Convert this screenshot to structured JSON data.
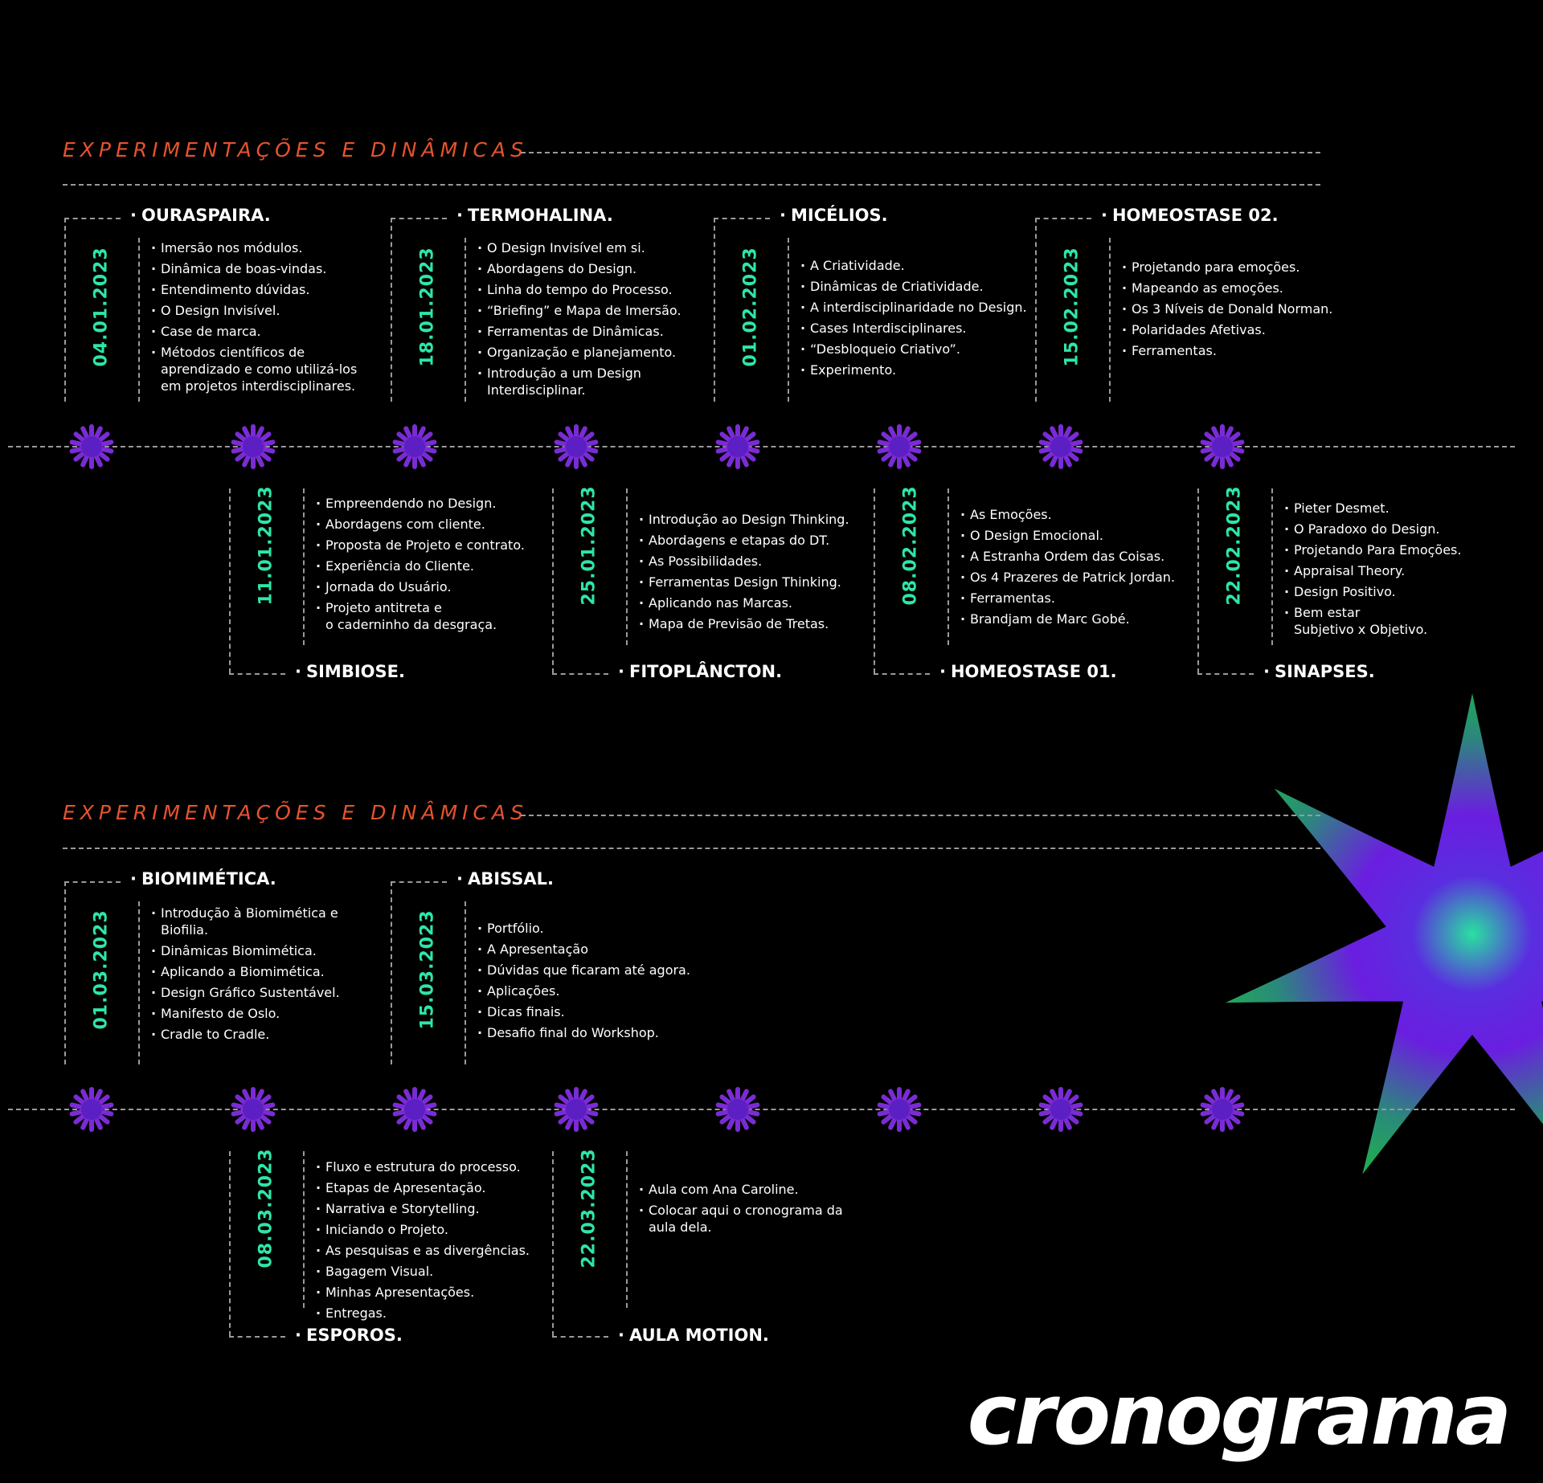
{
  "sections": [
    {
      "title": "EXPERIMENTAÇÕES E DINÂMICAS"
    },
    {
      "title": "EXPERIMENTAÇÕES E DINÂMICAS"
    }
  ],
  "cards": [
    {
      "title": "OURASPAIRA.",
      "date": "04.01.2023",
      "items": [
        "Imersão nos módulos.",
        "Dinâmica de boas-vindas.",
        "Entendimento dúvidas.",
        "O Design Invisível.",
        "Case de marca.",
        "Métodos científicos de\naprendizado e como utilizá-los\nem projetos interdisciplinares."
      ]
    },
    {
      "title": "TERMOHALINA.",
      "date": "18.01.2023",
      "items": [
        "O Design Invisível em si.",
        "Abordagens do Design.",
        "Linha do tempo do Processo.",
        "“Briefing” e Mapa de Imersão.",
        "Ferramentas de Dinâmicas.",
        "Organização e planejamento.",
        "Introdução a um Design\n Interdisciplinar."
      ]
    },
    {
      "title": "MICÉLIOS.",
      "date": "01.02.2023",
      "items": [
        "A Criatividade.",
        "Dinâmicas de Criatividade.",
        "A interdisciplinaridade no Design.",
        "Cases Interdisciplinares.",
        "“Desbloqueio Criativo”.",
        "Experimento."
      ]
    },
    {
      "title": "HOMEOSTASE 02.",
      "date": "15.02.2023",
      "items": [
        "Projetando para emoções.",
        "Mapeando as emoções.",
        "Os 3 Níveis de Donald Norman.",
        "Polaridades Afetivas.",
        "Ferramentas."
      ]
    },
    {
      "title": "SIMBIOSE.",
      "date": "11.01.2023",
      "items": [
        "Empreendendo no Design.",
        "Abordagens com cliente.",
        "Proposta de Projeto e contrato.",
        "Experiência do Cliente.",
        "Jornada do Usuário.",
        "Projeto antitreta e\no caderninho da desgraça."
      ]
    },
    {
      "title": "FITOPLÂNCTON.",
      "date": "25.01.2023",
      "items": [
        "Introdução ao Design Thinking.",
        "Abordagens e etapas do DT.",
        "As Possibilidades.",
        "Ferramentas Design Thinking.",
        "Aplicando nas Marcas.",
        "Mapa de Previsão de Tretas."
      ]
    },
    {
      "title": "HOMEOSTASE 01.",
      "date": "08.02.2023",
      "items": [
        "As Emoções.",
        "O Design Emocional.",
        "A Estranha Ordem das Coisas.",
        "Os 4 Prazeres de Patrick Jordan.",
        "Ferramentas.",
        "Brandjam de Marc Gobé."
      ]
    },
    {
      "title": "SINAPSES.",
      "date": "22.02.2023",
      "items": [
        "Pieter Desmet.",
        "O Paradoxo do Design.",
        "Projetando Para Emoções.",
        "Appraisal Theory.",
        "Design Positivo.",
        "Bem estar\n Subjetivo x Objetivo."
      ]
    },
    {
      "title": "BIOMIMÉTICA.",
      "date": "01.03.2023",
      "items": [
        "Introdução à Biomimética e\nBiofilia.",
        "Dinâmicas Biomimética.",
        "Aplicando a Biomimética.",
        "Design Gráfico Sustentável.",
        "Manifesto de Oslo.",
        "Cradle to Cradle."
      ]
    },
    {
      "title": "ABISSAL.",
      "date": "15.03.2023",
      "items": [
        "Portfólio.",
        "A Apresentação",
        "Dúvidas que ficaram até agora.",
        "Aplicações.",
        "Dicas finais.",
        "Desafio final do Workshop."
      ]
    },
    {
      "title": "ESPOROS.",
      "date": "08.03.2023",
      "items": [
        "Fluxo e estrutura do processo.",
        "Etapas de Apresentação.",
        "Narrativa e Storytelling.",
        "Iniciando o Projeto.",
        "As pesquisas e as divergências.",
        "Bagagem Visual.",
        "Minhas Apresentações.",
        "Entregas."
      ]
    },
    {
      "title": "AULA MOTION.",
      "date": "22.03.2023",
      "items": [
        "Aula com Ana Caroline.",
        "Colocar aqui o cronograma da\naula dela."
      ]
    }
  ],
  "footer": {
    "wordmark": "cronograma"
  },
  "colors": {
    "accent_title": "#e5532e",
    "date": "#2ee6a6",
    "marker": "#7a2bd6",
    "flower_outer": "#1fb24a",
    "flower_inner": "#6a1ee0"
  },
  "icons": {
    "marker": "purple-burst-icon",
    "flower": "gradient-star-flower-icon"
  }
}
